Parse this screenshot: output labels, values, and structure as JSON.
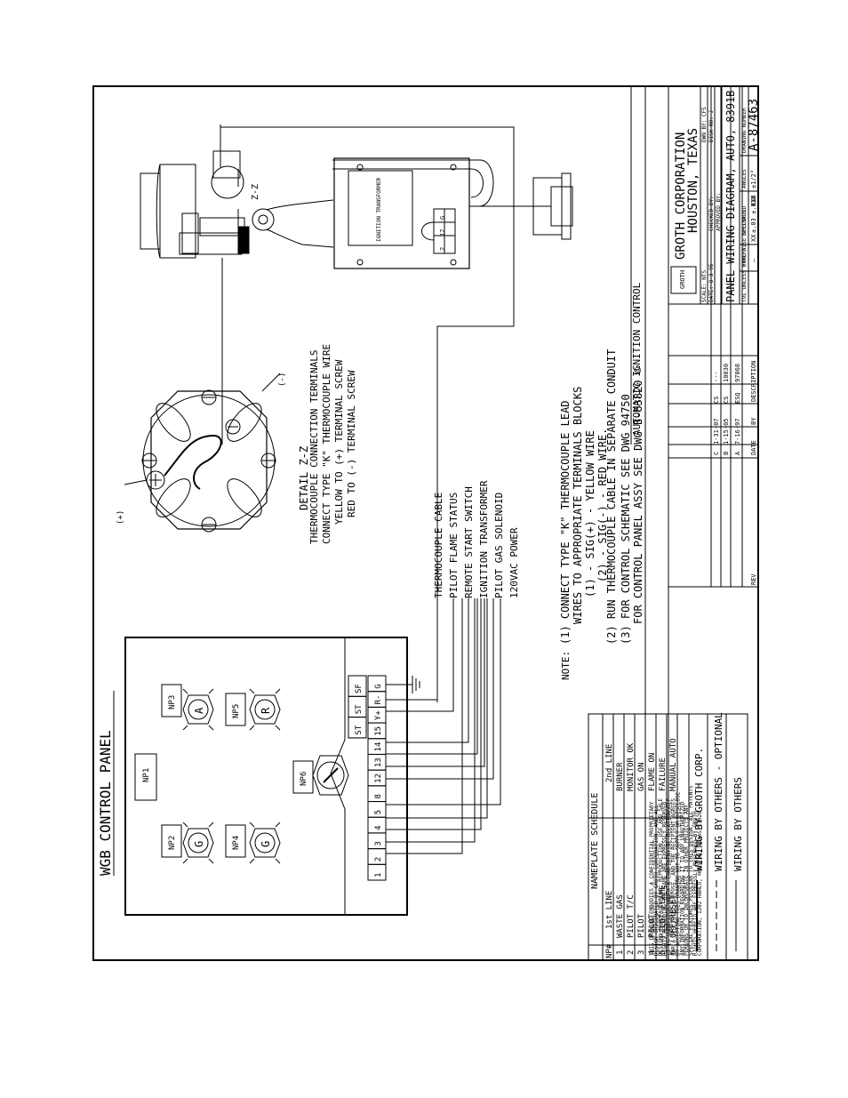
{
  "panel": {
    "title": "WGB CONTROL PANEL",
    "np_labels": [
      "NP1",
      "NP2",
      "NP3",
      "NP4",
      "NP5",
      "NP6"
    ],
    "lamps": [
      "G",
      "A",
      "G",
      "R"
    ],
    "terminals": [
      "1",
      "2",
      "3",
      "4",
      "5",
      "8",
      "12",
      "13",
      "14",
      "15",
      "Y+",
      "R-",
      "G",
      "ST",
      "ST",
      "SF",
      "ST",
      "ST",
      "SF"
    ]
  },
  "nameplate": {
    "title": "NAMEPLATE SCHEDULE",
    "headers": [
      "NP#",
      "1st LINE",
      "2nd LINE"
    ],
    "rows": [
      [
        "1",
        "WASTE GAS",
        "BURNER"
      ],
      [
        "2",
        "PILOT T/C",
        "MONITOR OK"
      ],
      [
        "3",
        "PILOT",
        "GAS ON"
      ],
      [
        "4",
        "PILOT",
        "FLAME ON"
      ],
      [
        "5",
        "PILOT FLAME",
        "FAILURE"
      ],
      [
        "6",
        "OFF/RESET",
        "MANUAL   AUTO"
      ]
    ]
  },
  "wiring_legend": [
    "WIRING BY GROTH CORP.",
    "WIRING BY OTHERS - OPTIONAL",
    "WIRING BY OTHERS"
  ],
  "cables": [
    "THERMOCOUPLE CABLE",
    "PILOT FLAME STATUS",
    "REMOTE START SWITCH",
    "IGNITION TRANSFORMER",
    "PILOT GAS SOLENOID",
    "120VAC POWER"
  ],
  "detail": {
    "title": "DETAIL Z-Z",
    "lines": [
      "THERMOCOUPLE CONNECTION TERMINALS",
      "CONNECT TYPE \"K\" THERMOCOUPLE WIRE",
      "YELLOW TO (+) TERMINAL SCREW",
      "RED TO (-) TERMINAL SCREW"
    ],
    "plus": "(+)",
    "minus": "(-)",
    "zz": "Z-Z"
  },
  "transformer": {
    "label": "IGNITION TRANSFORMER",
    "term_labels": [
      "2",
      "12",
      "G"
    ]
  },
  "notes": {
    "heading": "NOTE:",
    "lines": [
      "(1) CONNECT TYPE \"K\" THERMOCOUPLE LEAD",
      "WIRES TO APPROPRIATE TERMINALS BLOCKS",
      "(1) - SIG(+) - YELLOW WIRE",
      "(2) - SIG(-) - RED WIRE.",
      "(2) RUN THERMOCOUPLE CABLE IN SEPARATE CONDUIT",
      "(3) FOR CONTROL SCHEMATIC SEE DWG 94750",
      "FOR CONTROL PANEL ASSY SEE DWG B-83820 ©"
    ]
  },
  "proprietary": [
    "THIS DRAWING EMBODIES A CONFIDENTIAL PROPRIETARY",
    "DESIGN ORIGINATED BY GROTH CORPORATION, AND ALL",
    "DESIGN, MANUFACTURING, REPRODUCTION, USE AND SALE",
    "RIGHTS REGARDING THE SAME ARE EXPRESSLY RESERVED.",
    "IT IS SUBMITTED UNDER A CONFIDENTIAL RELATIONSHIP",
    "FOR A SPECIFIED PURPOSE, AND THE RECIPIENT AGREES",
    "BY ACCEPTING THIS DRAWING NOT TO SUPPLY OR DISCLOSE",
    "ANY INFORMATION REGARDING IT TO ANY UNAUTHORIZED",
    "PERSONS OR TO INCORPORATE IN OTHER PROJECTS ANY",
    "SPECIAL FEATURES PECULIAR TO THIS DESIGN. ALL PATENTS",
    "RIGHTS HERETO ARE EXPRESSLY RESERVED BY GROTH",
    "CORPORATION, 1202 HAHLO, HOUSTON, TEXAS 77020"
  ],
  "revisions": {
    "headers": [
      "REV",
      "DATE",
      "BY",
      "DESCRIPTION"
    ],
    "rows": [
      [
        "C",
        "1-31-07",
        "CS",
        "---"
      ],
      [
        "B",
        "1-15-05",
        "CS",
        "10830"
      ],
      [
        "A",
        "7-16-97",
        "ESQ",
        "97068"
      ]
    ]
  },
  "title_block": {
    "header": "AUTOMATIC IGNITION CONTROL",
    "company": "GROTH CORPORATION",
    "city": "HOUSTON, TEXAS",
    "logo": "GROTH",
    "scale": "SCALE: NTS",
    "drawn": "DWN BY: CFS",
    "date": "DATE: 8-3-95",
    "checked": "CHECKED BY:",
    "disk": "DISK NO: J",
    "approved": "APPROVED BY:",
    "title": "PANEL WIRING DIAGRAM, AUTO, 8391B",
    "tol_label": "TOL UNLESS OTHERWISE SPECIFIED",
    "tol_headers": [
      "FRAC",
      "DECIMALS",
      "ANGLES"
    ],
    "tol_values": [
      "—",
      "±.03 ±.010",
      "±1/2°"
    ],
    "decimal_sub": [
      "XX",
      "XXX"
    ],
    "dwg_label": "DRAWING NUMBER",
    "dwg_number": "A-87463"
  }
}
